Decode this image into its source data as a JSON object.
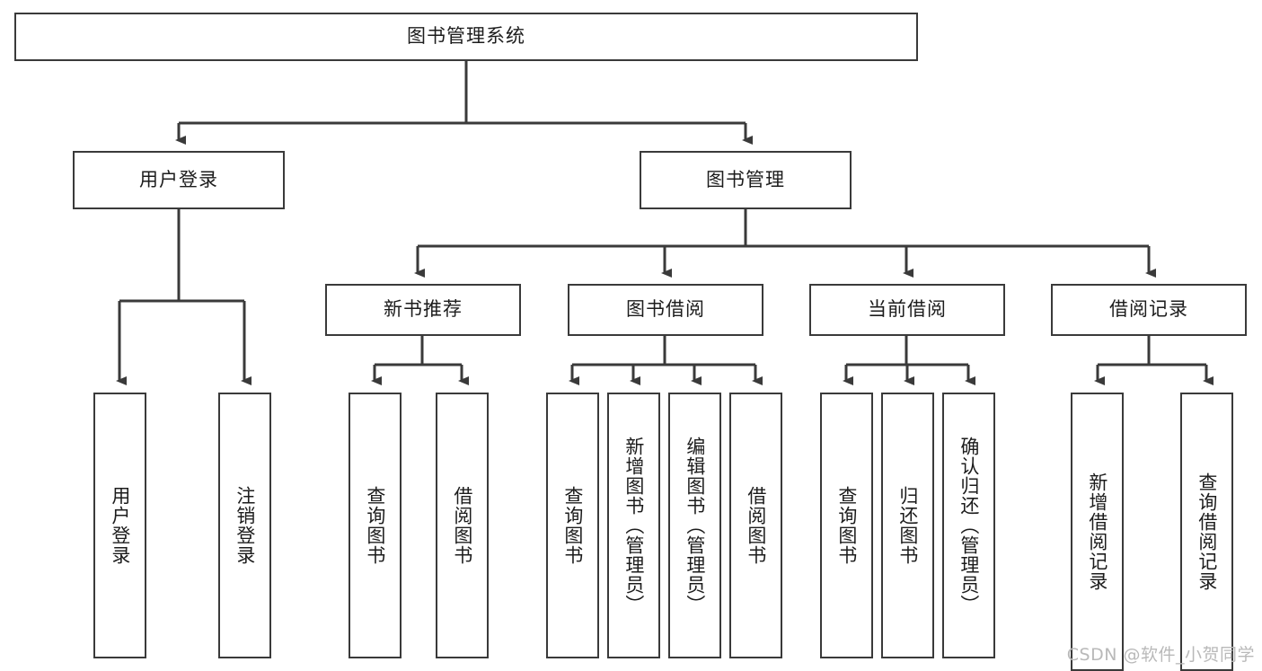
{
  "diagram": {
    "type": "tree-hierarchy",
    "title": "图书管理系统",
    "root": {
      "id": "root",
      "label": "图书管理系统"
    },
    "level2": [
      {
        "id": "user-login",
        "label": "用户登录"
      },
      {
        "id": "book-manage",
        "label": "图书管理"
      }
    ],
    "level3": [
      {
        "id": "new-book-recommend",
        "label": "新书推荐",
        "parent": "book-manage"
      },
      {
        "id": "book-borrow",
        "label": "图书借阅",
        "parent": "book-manage"
      },
      {
        "id": "current-borrow",
        "label": "当前借阅",
        "parent": "book-manage"
      },
      {
        "id": "borrow-record",
        "label": "借阅记录",
        "parent": "book-manage"
      }
    ],
    "leaves": [
      {
        "id": "leaf-user-login",
        "label": "用户登录",
        "parent": "user-login"
      },
      {
        "id": "leaf-user-logout",
        "label": "注销登录",
        "parent": "user-login"
      },
      {
        "id": "leaf-query-book-1",
        "label": "查询图书",
        "parent": "new-book-recommend"
      },
      {
        "id": "leaf-borrow-book-1",
        "label": "借阅图书",
        "parent": "new-book-recommend"
      },
      {
        "id": "leaf-query-book-2",
        "label": "查询图书",
        "parent": "book-borrow"
      },
      {
        "id": "leaf-add-book",
        "label": "新增图书（管理员）",
        "parent": "book-borrow"
      },
      {
        "id": "leaf-edit-book",
        "label": "编辑图书（管理员）",
        "parent": "book-borrow"
      },
      {
        "id": "leaf-borrow-book-2",
        "label": "借阅图书",
        "parent": "book-borrow"
      },
      {
        "id": "leaf-query-book-3",
        "label": "查询图书",
        "parent": "current-borrow"
      },
      {
        "id": "leaf-return-book",
        "label": "归还图书",
        "parent": "current-borrow"
      },
      {
        "id": "leaf-confirm-return",
        "label": "确认归还（管理员）",
        "parent": "current-borrow"
      },
      {
        "id": "leaf-add-record",
        "label": "新增借阅记录",
        "parent": "borrow-record"
      },
      {
        "id": "leaf-query-record",
        "label": "查询借阅记录",
        "parent": "borrow-record"
      }
    ],
    "colors": {
      "stroke": "#3a3a3a",
      "fill": "#ffffff",
      "text": "#1c1c1c",
      "watermark": "#b9b9b9"
    }
  },
  "watermark": {
    "text": "CSDN @软件_小贺同学"
  }
}
